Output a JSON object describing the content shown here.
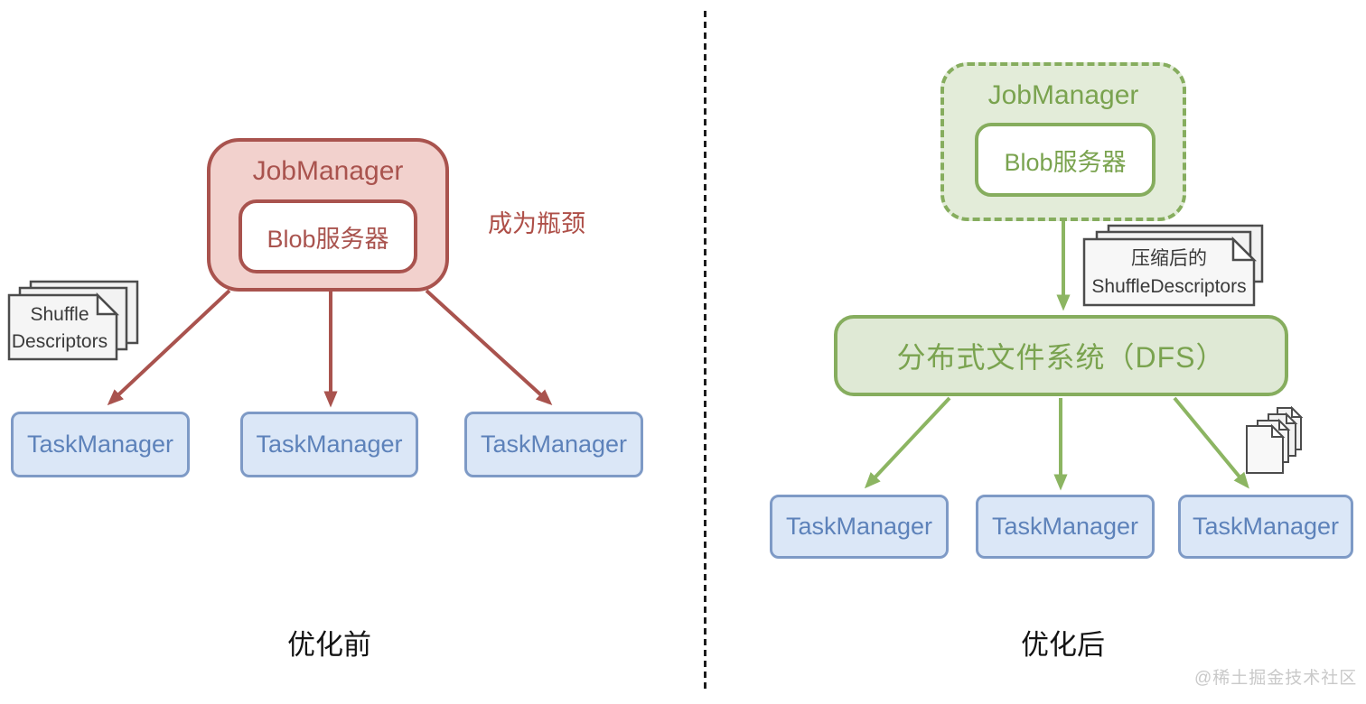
{
  "left": {
    "jobmanager": {
      "title": "JobManager",
      "blob_label": "Blob服务器"
    },
    "bottleneck_note": "成为瓶颈",
    "shuffle_stack": {
      "line1": "Shuffle",
      "line2": "Descriptors"
    },
    "taskmanagers": [
      "TaskManager",
      "TaskManager",
      "TaskManager"
    ],
    "caption": "优化前"
  },
  "right": {
    "jobmanager": {
      "title": "JobManager",
      "blob_label": "Blob服务器"
    },
    "dfs_label": "分布式文件系统（DFS）",
    "shuffle_stack": {
      "line1": "压缩后的",
      "line2": "ShuffleDescriptors"
    },
    "taskmanagers": [
      "TaskManager",
      "TaskManager",
      "TaskManager"
    ],
    "caption": "优化后"
  },
  "watermark": "@稀土掘金技术社区",
  "colors": {
    "red_border": "#a9534e",
    "red_fill": "#f2d1cd",
    "green_border": "#86ad5e",
    "green_fill": "#e3ecd9",
    "green_text": "#7aa34f",
    "blue_fill": "#dbe7f7",
    "blue_border": "#7e9ac6",
    "blue_text": "#5d82ba",
    "doc_fill": "#f5f5f5",
    "doc_stroke": "#4c4c4c",
    "divider": "#1c1c1c",
    "watermark": "#c9c9c9"
  }
}
